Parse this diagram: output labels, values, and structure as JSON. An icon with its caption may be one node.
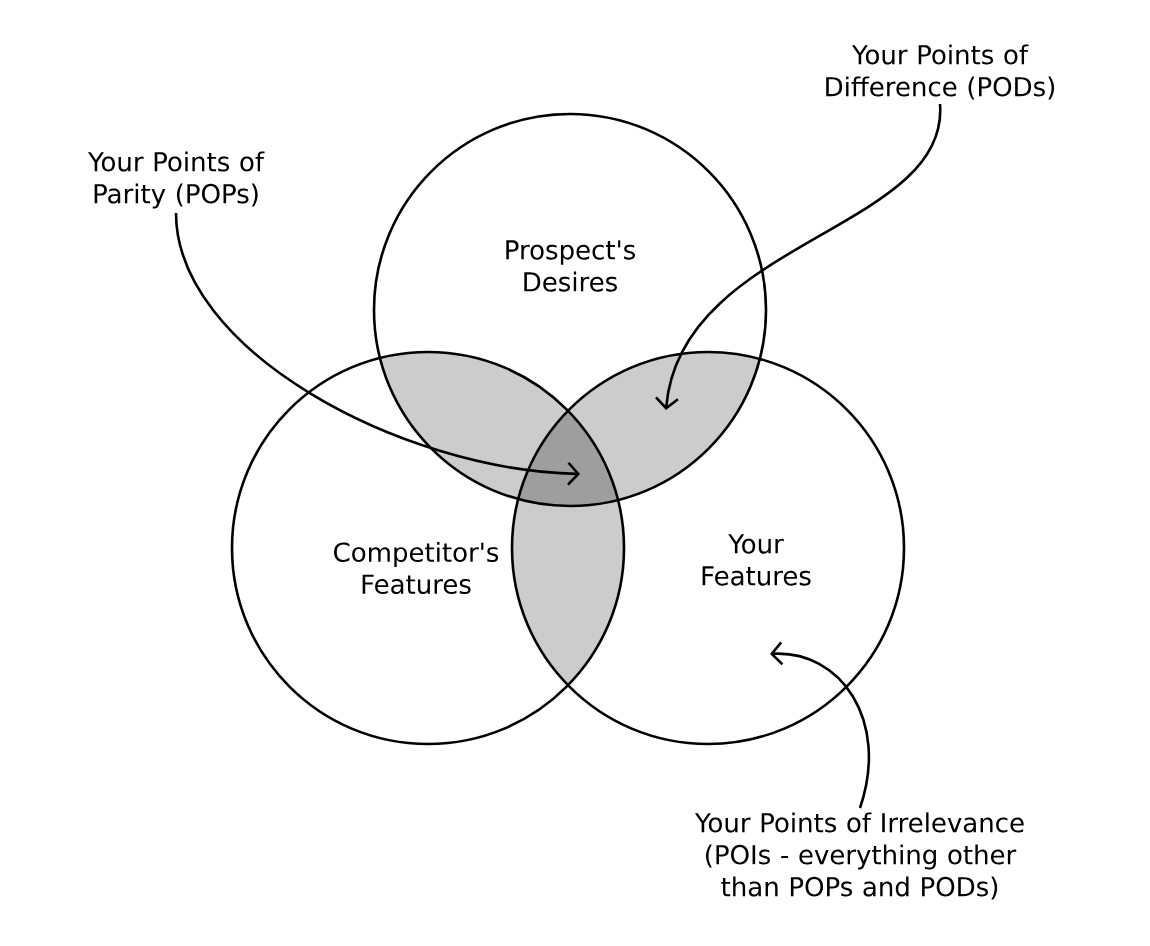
{
  "diagram": {
    "nodes": [
      {
        "text": [
          "Prospect's Desires"
        ]
      },
      {
        "text": [
          "Competitor's Features"
        ]
      },
      {
        "text": [
          "Your Features"
        ]
      },
      {
        "text": [
          "Your Points of Parity (POPs)"
        ]
      },
      {
        "text": [
          "Your Points of Difference (PODs)"
        ]
      },
      {
        "text": [
          "Your Points of Irrelevance (POIs - everything other than POPs and PODs)"
        ]
      },
      {
        "text": [],
        "shape": "lens"
      },
      {
        "text": [],
        "shape": "lens"
      },
      {
        "text": [],
        "shape": "lens"
      },
      {
        "text": [],
        "shape": "triangle"
      }
    ],
    "edges": [
      {
        "from": 3,
        "to": 9,
        "arrow": "to"
      },
      {
        "from": 4,
        "to": 7,
        "arrow": "to"
      },
      {
        "from": 5,
        "to": 2,
        "arrow": "to"
      }
    ]
  }
}
